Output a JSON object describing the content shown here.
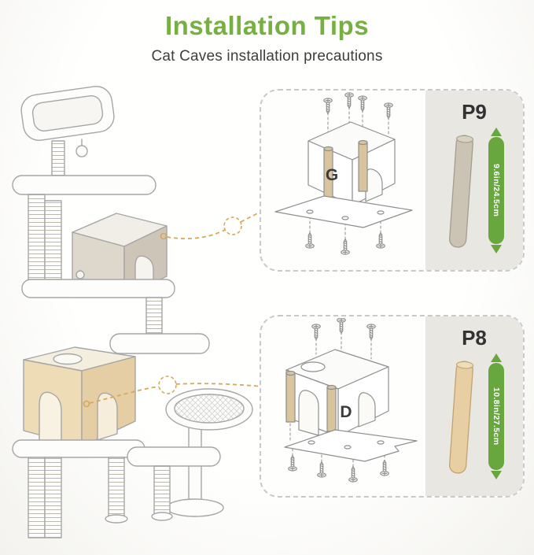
{
  "header": {
    "title": "Installation Tips",
    "subtitle": "Cat Caves installation precautions"
  },
  "panels": [
    {
      "cave_label": "G",
      "part_label": "P9",
      "measurement": "9.6in/24.5cm"
    },
    {
      "cave_label": "D",
      "part_label": "P8",
      "measurement": "10.8in/27.5cm"
    }
  ],
  "colors": {
    "title_green": "#76b041",
    "measure_green": "#68a73e",
    "connector_orange": "#d9a75c",
    "panel_border": "#c9c9c9",
    "panel_side_bg": "#e9e7e2",
    "line_gray": "#a6a6a6",
    "pole_p9_fill": "#cbc4b5",
    "pole_p9_stroke": "#a59d8c",
    "pole_p8_fill": "#e7cfa3",
    "pole_p8_stroke": "#c2a36f",
    "cave_gray_top": "#f1eee7",
    "cave_gray_left": "#ddd7cc",
    "cave_gray_front": "#cdc5b8",
    "cave_beige_top": "#f4eedf",
    "cave_beige_front": "#eedcb6",
    "cave_beige_side": "#e5cda4",
    "post_tan": "#d9c49c"
  }
}
